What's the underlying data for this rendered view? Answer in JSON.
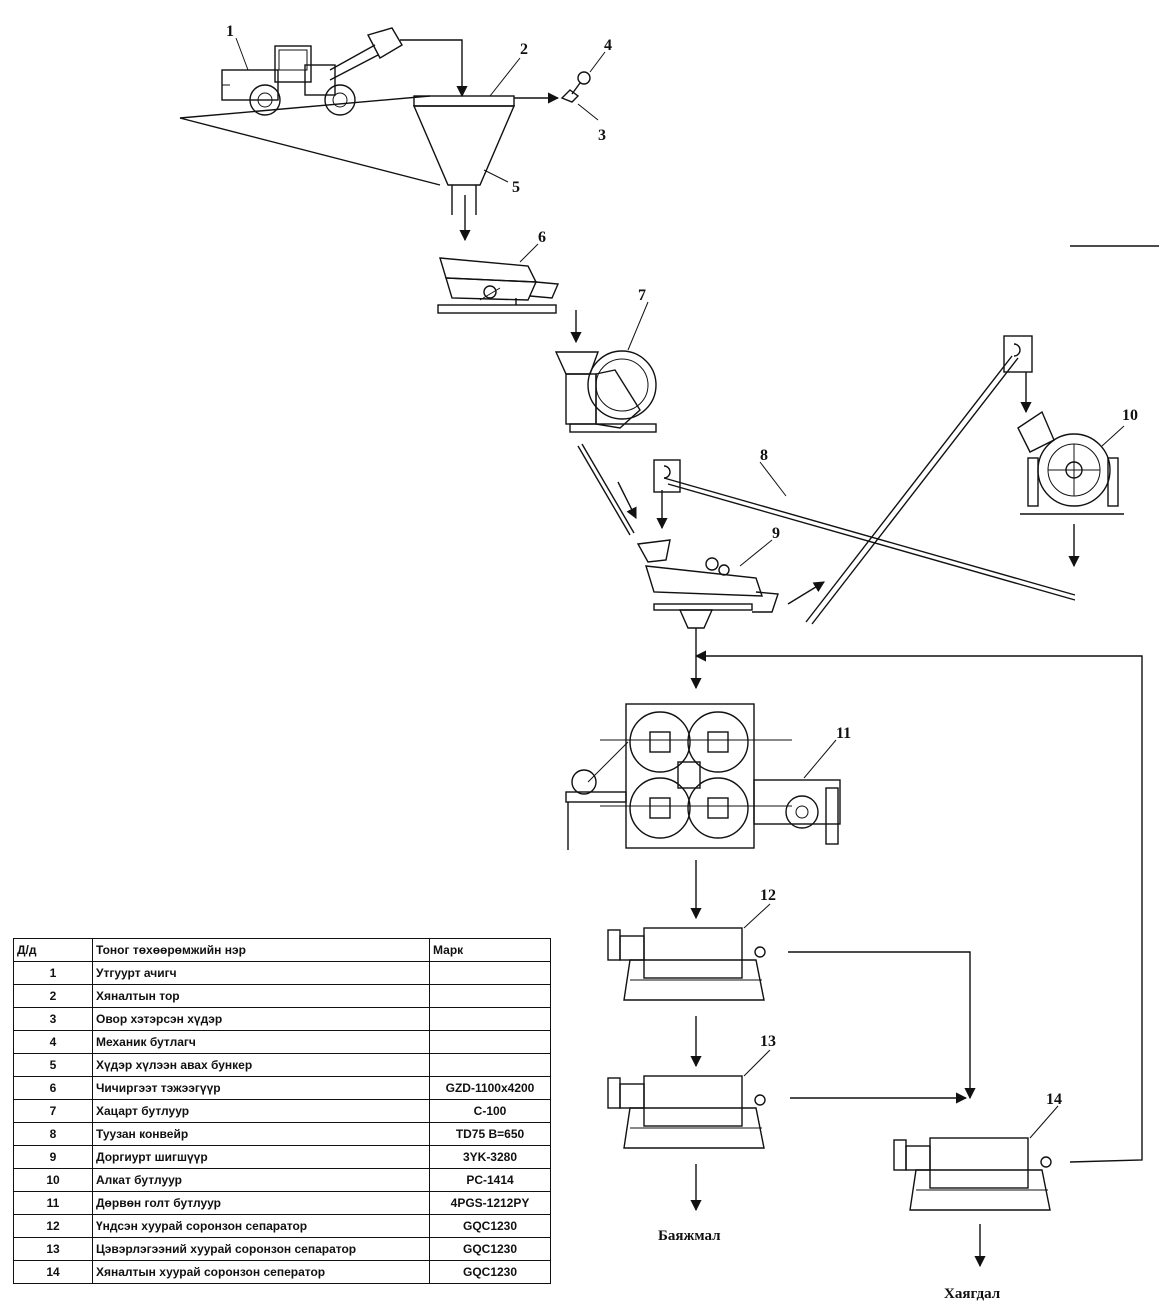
{
  "labels": {
    "n1": "1",
    "n2": "2",
    "n3": "3",
    "n4": "4",
    "n5": "5",
    "n6": "6",
    "n7": "7",
    "n8": "8",
    "n9": "9",
    "n10": "10",
    "n11": "11",
    "n12": "12",
    "n13": "13",
    "n14": "14"
  },
  "outputs": {
    "concentrate": "Баяжмал",
    "tailings": "Хаягдал"
  },
  "table": {
    "headers": [
      "Д/д",
      "Тоног төхөөрөмжийн нэр",
      "Марк"
    ],
    "rows": [
      {
        "no": "1",
        "name": "Утгуурт ачигч",
        "mark": ""
      },
      {
        "no": "2",
        "name": "Хяналтын тор",
        "mark": ""
      },
      {
        "no": "3",
        "name": "Овор хэтэрсэн хүдэр",
        "mark": ""
      },
      {
        "no": "4",
        "name": "Механик бутлагч",
        "mark": ""
      },
      {
        "no": "5",
        "name": "Хүдэр хүлээн авах бункер",
        "mark": ""
      },
      {
        "no": "6",
        "name": "Чичиргээт тэжээгүүр",
        "mark": "GZD-1100x4200"
      },
      {
        "no": "7",
        "name": "Хацарт бутлуур",
        "mark": "C-100"
      },
      {
        "no": "8",
        "name": "Туузан конвейр",
        "mark": "TD75 B=650"
      },
      {
        "no": "9",
        "name": "Доргиурт шигшүүр",
        "mark": "3YK-3280"
      },
      {
        "no": "10",
        "name": "Алкат бутлуур",
        "mark": "PC-1414"
      },
      {
        "no": "11",
        "name": "Дөрвөн голт бутлуур",
        "mark": "4PGS-1212PY"
      },
      {
        "no": "12",
        "name": "Үндсэн хуурай соронзон сепаратор",
        "mark": "GQC1230"
      },
      {
        "no": "13",
        "name": "Цэвэрлэгээний хуурай соронзон сепаратор",
        "mark": "GQC1230"
      },
      {
        "no": "14",
        "name": "Хяналтын хуурай соронзон сеператор",
        "mark": "GQC1230"
      }
    ]
  }
}
